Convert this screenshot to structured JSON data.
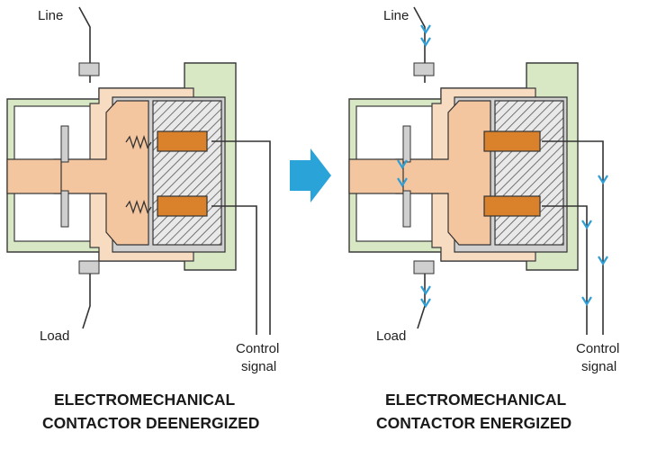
{
  "colors": {
    "frame_green": "#d9e8c4",
    "armature_peach": "#f4c6a0",
    "coil_orange": "#d9822b",
    "hatch_gray": "#bdbdbd",
    "arrow_blue": "#29a3d8",
    "current_blue": "#2e9fd6"
  },
  "icons": {
    "transition": "right-arrow-icon",
    "current_flow": "down-arrow-icon"
  },
  "left": {
    "line_label": "Line",
    "load_label": "Load",
    "control_label_1": "Control",
    "control_label_2": "signal",
    "caption_1": "ELECTROMECHANICAL",
    "caption_2": "CONTACTOR DEENERGIZED"
  },
  "right": {
    "line_label": "Line",
    "load_label": "Load",
    "control_label_1": "Control",
    "control_label_2": "signal",
    "caption_1": "ELECTROMECHANICAL",
    "caption_2": "CONTACTOR ENERGIZED"
  }
}
